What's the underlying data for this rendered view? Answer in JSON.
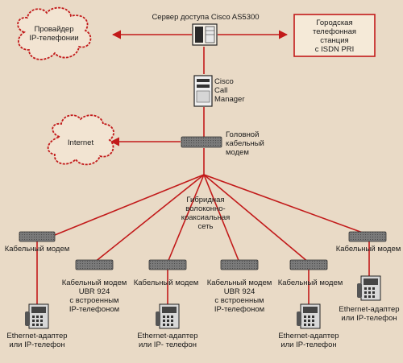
{
  "colors": {
    "background": "#e9dac6",
    "link_line": "#c21a1a",
    "cloud_stroke": "#c21a1a",
    "cloud_fill": "#f2e4d2",
    "device_body": "#6d6d6d",
    "box_stroke": "#c21a1a"
  },
  "top": {
    "server_label": "Сервер доступа Cisco AS5300",
    "provider_cloud": {
      "line1": "Провайдер",
      "line2": "IP-телефонии"
    },
    "pstn_box": {
      "line1": "Городская",
      "line2": "телефонная",
      "line3": "станция",
      "line4": "с ISDN PRI"
    }
  },
  "callmanager": {
    "line1": "Cisco",
    "line2": "Call",
    "line3": "Manager"
  },
  "headend": {
    "line1": "Головной",
    "line2": "кабельный",
    "line3": "модем"
  },
  "internet_cloud": {
    "label": "Internet"
  },
  "hfc": {
    "line1": "Гибридная",
    "line2": "волоконно-",
    "line3": "коаксиальная",
    "line4": "сеть"
  },
  "nodes": {
    "modem_far_left": {
      "line1": "Кабельный модем"
    },
    "ubr_left": {
      "line1": "Кабельный модем",
      "line2": "UBR 924",
      "line3": "с встроенным",
      "line4": "IP-телефоном"
    },
    "modem_mid_left": {
      "line1": "Кабельный модем"
    },
    "ubr_right": {
      "line1": "Кабельный модем",
      "line2": "UBR 924",
      "line3": "с встроенным",
      "line4": "IP-телефоном"
    },
    "modem_mid_right": {
      "line1": "Кабельный модем"
    },
    "modem_far_right": {
      "line1": "Кабельный модем"
    }
  },
  "phones": {
    "phone_far_left": {
      "line1": "Ethernet-адаптер",
      "line2": "или IP-телефон"
    },
    "phone_mid_left": {
      "line1": "Ethernet-адаптер",
      "line2": "или IP- телефон"
    },
    "phone_mid_right": {
      "line1": "Ethernet-адаптер",
      "line2": "или IP-телефон"
    },
    "phone_far_right": {
      "line1": "Ethernet-адаптер",
      "line2": "или IP-телефон"
    }
  },
  "icons": {
    "clouds": "cloud-icon",
    "server": "access-server-icon",
    "callmanager": "server-tower-icon",
    "modems": "cable-modem-icon",
    "phones": "ip-phone-icon"
  }
}
